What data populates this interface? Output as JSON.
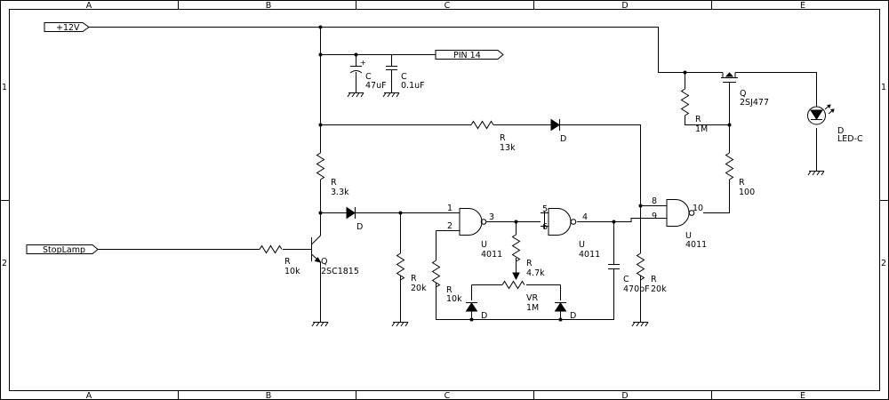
{
  "frame": {
    "columns": [
      "A",
      "B",
      "C",
      "D",
      "E"
    ],
    "rows": [
      "1",
      "2"
    ]
  },
  "ports": {
    "vcc": "+12V",
    "pin14": "PIN 14",
    "stoplamp": "StopLamp"
  },
  "components": {
    "c1": {
      "ref": "C",
      "value": "47uF",
      "polarity": "+"
    },
    "c2": {
      "ref": "C",
      "value": "0.1uF"
    },
    "q_fet": {
      "ref": "Q",
      "value": "2SJ477"
    },
    "led": {
      "ref": "D",
      "value": "LED-C"
    },
    "r_1m": {
      "ref": "R",
      "value": "1M"
    },
    "r_13k": {
      "ref": "R",
      "value": "13k"
    },
    "d_top": {
      "ref": "D"
    },
    "r_3k3": {
      "ref": "R",
      "value": "3.3k"
    },
    "r_100": {
      "ref": "R",
      "value": "100"
    },
    "d_mid": {
      "ref": "D"
    },
    "u1": {
      "ref": "U",
      "value": "4011",
      "pins": [
        "1",
        "2",
        "3"
      ]
    },
    "u2": {
      "ref": "U",
      "value": "4011",
      "pins": [
        "5",
        "6",
        "4"
      ]
    },
    "u3": {
      "ref": "U",
      "value": "4011",
      "pins": [
        "8",
        "9",
        "10"
      ]
    },
    "r_10k_in": {
      "ref": "R",
      "value": "10k"
    },
    "q_bjt": {
      "ref": "Q",
      "value": "2SC1815"
    },
    "r_20k_a": {
      "ref": "R",
      "value": "20k"
    },
    "r_10k_b": {
      "ref": "R",
      "value": "10k"
    },
    "r_4k7": {
      "ref": "R",
      "value": "4.7k"
    },
    "vr": {
      "ref": "VR",
      "value": "1M"
    },
    "d_left": {
      "ref": "D"
    },
    "d_right": {
      "ref": "D"
    },
    "c3": {
      "ref": "C",
      "value": "470pF"
    },
    "r_20k_b": {
      "ref": "R",
      "value": "20k"
    }
  }
}
